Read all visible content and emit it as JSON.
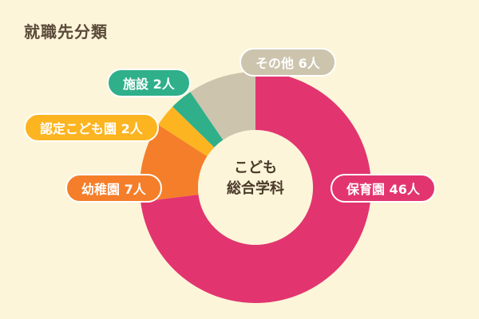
{
  "title": "就職先分類",
  "center_label": {
    "line1": "こども",
    "line2": "総合学科"
  },
  "colors": {
    "background": "#fdf5d9",
    "hoikuen": "#e23570",
    "shisetsu": "#2fb08a",
    "nintei": "#fcb521",
    "youchien": "#f57e2a",
    "sonota": "#cdc4ae"
  },
  "chart_data": {
    "type": "pie",
    "title": "就職先分類",
    "center_text": "こども総合学科",
    "unit": "人",
    "slices": [
      {
        "name": "保育園",
        "value": 46,
        "label": "保育園 46人",
        "color": "#e23570"
      },
      {
        "name": "幼稚園",
        "value": 7,
        "label": "幼稚園 7人",
        "color": "#f57e2a"
      },
      {
        "name": "認定こども園",
        "value": 2,
        "label": "認定こども園 2人",
        "color": "#fcb521"
      },
      {
        "name": "施設",
        "value": 2,
        "label": "施設 2人",
        "color": "#2fb08a"
      },
      {
        "name": "その他",
        "value": 6,
        "label": "その他 6人",
        "color": "#cdc4ae"
      }
    ]
  }
}
